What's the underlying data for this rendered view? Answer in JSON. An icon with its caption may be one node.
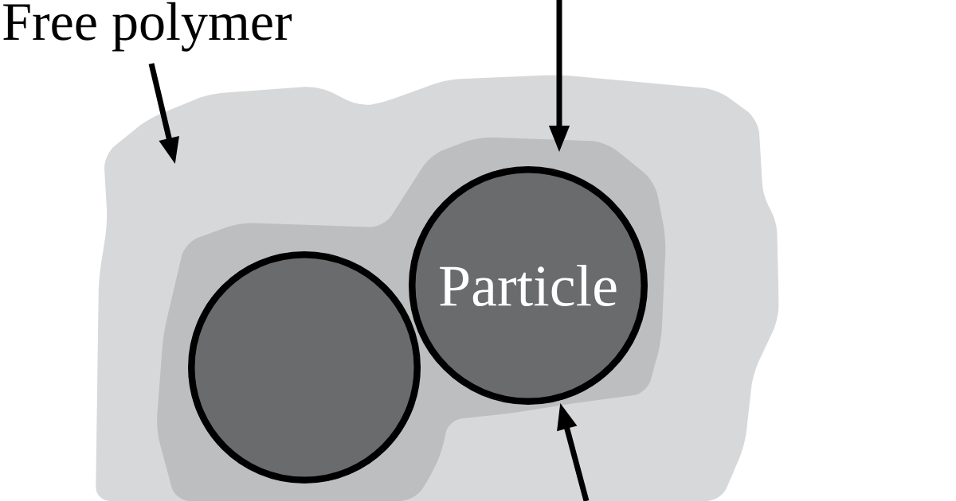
{
  "diagram": {
    "nodes": [
      {
        "text": [
          "Free polymer"
        ]
      },
      {
        "text": [],
        "shape": "cloud"
      },
      {
        "text": [],
        "shape": "cloud",
        "in": 1
      },
      {
        "text": [],
        "shape": "circle",
        "in": 2
      },
      {
        "text": [
          "Particle"
        ],
        "in": 2
      }
    ],
    "edges": [
      {
        "from": 0,
        "to": 1,
        "arrow": "to"
      },
      {
        "from": null,
        "to": 2,
        "arrow": "to"
      },
      {
        "from": null,
        "to": 4,
        "arrow": "to"
      }
    ]
  }
}
